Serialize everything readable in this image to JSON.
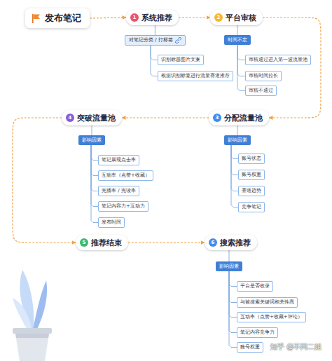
{
  "diagram": {
    "nodes": [
      {
        "text": [
          "发布笔记"
        ]
      },
      {
        "text": [
          "1",
          "系统推荐"
        ]
      },
      {
        "text": [
          "对笔记分类 / 打标签"
        ]
      },
      {
        "text": [
          "识别标题图片文案"
        ]
      },
      {
        "text": [
          "根据识别标签进行流量赛道推荐"
        ]
      },
      {
        "text": [
          "2",
          "平台审核"
        ]
      },
      {
        "text": [
          "时间不定"
        ]
      },
      {
        "text": [
          "审核通过进入第一波流量池"
        ]
      },
      {
        "text": [
          "审核时间拉长"
        ]
      },
      {
        "text": [
          "审核不通过"
        ]
      },
      {
        "text": [
          "3",
          "分配流量池"
        ]
      },
      {
        "text": [
          "影响因素"
        ]
      },
      {
        "text": [
          "账号状态"
        ]
      },
      {
        "text": [
          "账号权重"
        ]
      },
      {
        "text": [
          "赛道趋势"
        ]
      },
      {
        "text": [
          "竞争笔记"
        ]
      },
      {
        "text": [
          "4",
          "突破流量池"
        ]
      },
      {
        "text": [
          "影响因素"
        ]
      },
      {
        "text": [
          "笔记展现点击率"
        ]
      },
      {
        "text": [
          "互动率（点赞+收藏）"
        ]
      },
      {
        "text": [
          "完播率 / 完读率"
        ]
      },
      {
        "text": [
          "笔记内容力+互动力"
        ]
      },
      {
        "text": [
          "发布时间"
        ]
      },
      {
        "text": [
          "5",
          "推荐结束"
        ]
      },
      {
        "text": [
          "6",
          "搜索推荐"
        ]
      },
      {
        "text": [
          "影响因素"
        ]
      },
      {
        "text": [
          "平台是否收录"
        ]
      },
      {
        "text": [
          "与被搜索关键词相关性高"
        ]
      },
      {
        "text": [
          "互动率（点赞+收藏+评论）"
        ]
      },
      {
        "text": [
          "笔记内容竞争力"
        ]
      },
      {
        "text": [
          "账号权重"
        ]
      }
    ],
    "edges": [
      {
        "from": 0,
        "to": 1,
        "arrow": "to"
      },
      {
        "from": 1,
        "to": 5,
        "arrow": "to"
      },
      {
        "from": 5,
        "to": 10,
        "arrow": "to"
      },
      {
        "from": 10,
        "to": 16,
        "arrow": "to"
      },
      {
        "from": 16,
        "to": 23,
        "arrow": "to"
      },
      {
        "from": 23,
        "to": 24,
        "arrow": "to"
      },
      {
        "from": 1,
        "to": 2,
        "arrow": "none"
      },
      {
        "from": 2,
        "to": 3,
        "arrow": "none"
      },
      {
        "from": 2,
        "to": 4,
        "arrow": "none"
      },
      {
        "from": 5,
        "to": 6,
        "arrow": "none"
      },
      {
        "from": 6,
        "to": 7,
        "arrow": "none"
      },
      {
        "from": 6,
        "to": 8,
        "arrow": "none"
      },
      {
        "from": 6,
        "to": 9,
        "arrow": "none"
      },
      {
        "from": 10,
        "to": 11,
        "arrow": "none"
      },
      {
        "from": 11,
        "to": 12,
        "arrow": "none"
      },
      {
        "from": 11,
        "to": 13,
        "arrow": "none"
      },
      {
        "from": 11,
        "to": 14,
        "arrow": "none"
      },
      {
        "from": 11,
        "to": 15,
        "arrow": "none"
      },
      {
        "from": 16,
        "to": 17,
        "arrow": "none"
      },
      {
        "from": 17,
        "to": 18,
        "arrow": "none"
      },
      {
        "from": 17,
        "to": 19,
        "arrow": "none"
      },
      {
        "from": 17,
        "to": 20,
        "arrow": "none"
      },
      {
        "from": 17,
        "to": 21,
        "arrow": "none"
      },
      {
        "from": 17,
        "to": 22,
        "arrow": "none"
      },
      {
        "from": 24,
        "to": 25,
        "arrow": "none"
      },
      {
        "from": 25,
        "to": 26,
        "arrow": "none"
      },
      {
        "from": 25,
        "to": 27,
        "arrow": "none"
      },
      {
        "from": 25,
        "to": 28,
        "arrow": "none"
      },
      {
        "from": 25,
        "to": 29,
        "arrow": "none"
      },
      {
        "from": 25,
        "to": 30,
        "arrow": "none"
      }
    ],
    "labels": [
      "知乎 @不问二姐"
    ]
  }
}
